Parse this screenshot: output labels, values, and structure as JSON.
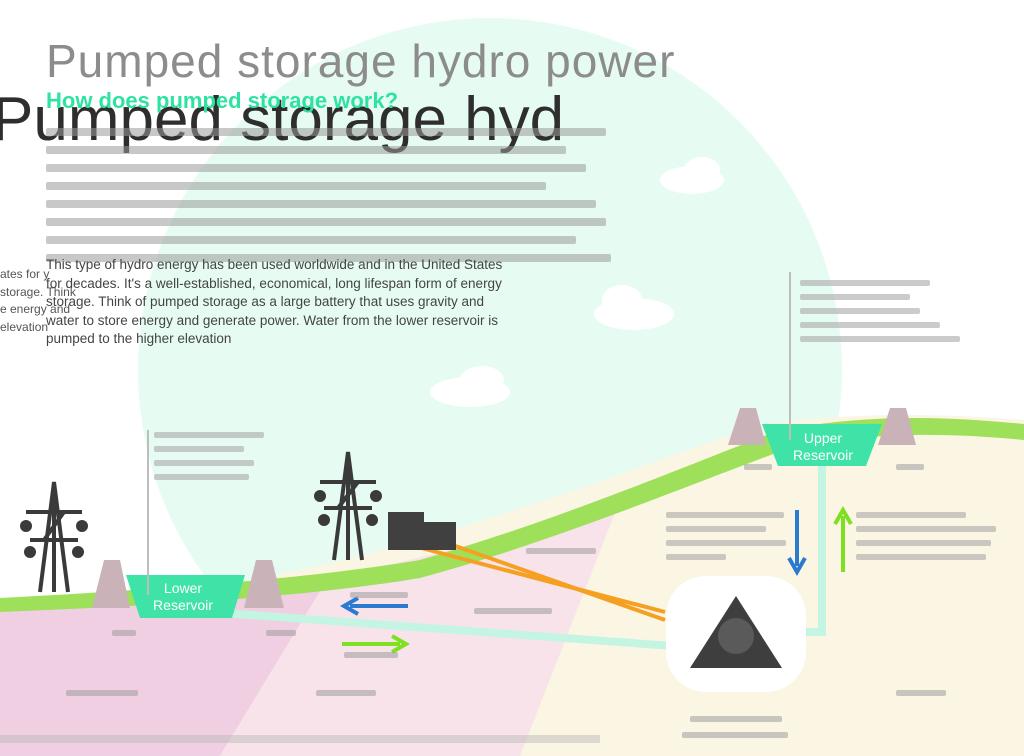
{
  "title": "Pumped storage hydro power",
  "title_ghost": "Pumped storage hyd",
  "subtitle": "How does pumped storage work?",
  "body_text": "This type of hydro energy has been used worldwide and in the United States for decades. It's a well-established, economical, long lifespan form of energy storage. Think of pumped storage as a large battery that uses gravity and water to store energy and generate power. Water from the lower reservoir is pumped to the higher elevation",
  "body_ghost": "ates for y storage. Think e energy and elevation",
  "reservoirs": {
    "upper": "Upper Reservoir",
    "lower": "Lower Reservoir"
  },
  "colors": {
    "reservoir": "#3fe3a8",
    "water_pipe": "#c4f5e2",
    "power_line": "#f5a020",
    "flow_down": "#2a7ad0",
    "flow_up": "#7ee021",
    "grass": "#9ee05a",
    "sky_circle": "#e6fcf2"
  },
  "icons": [
    "transmission-tower-icon",
    "powerhouse-icon",
    "turbine-icon",
    "cloud-icon",
    "dam-icon"
  ]
}
